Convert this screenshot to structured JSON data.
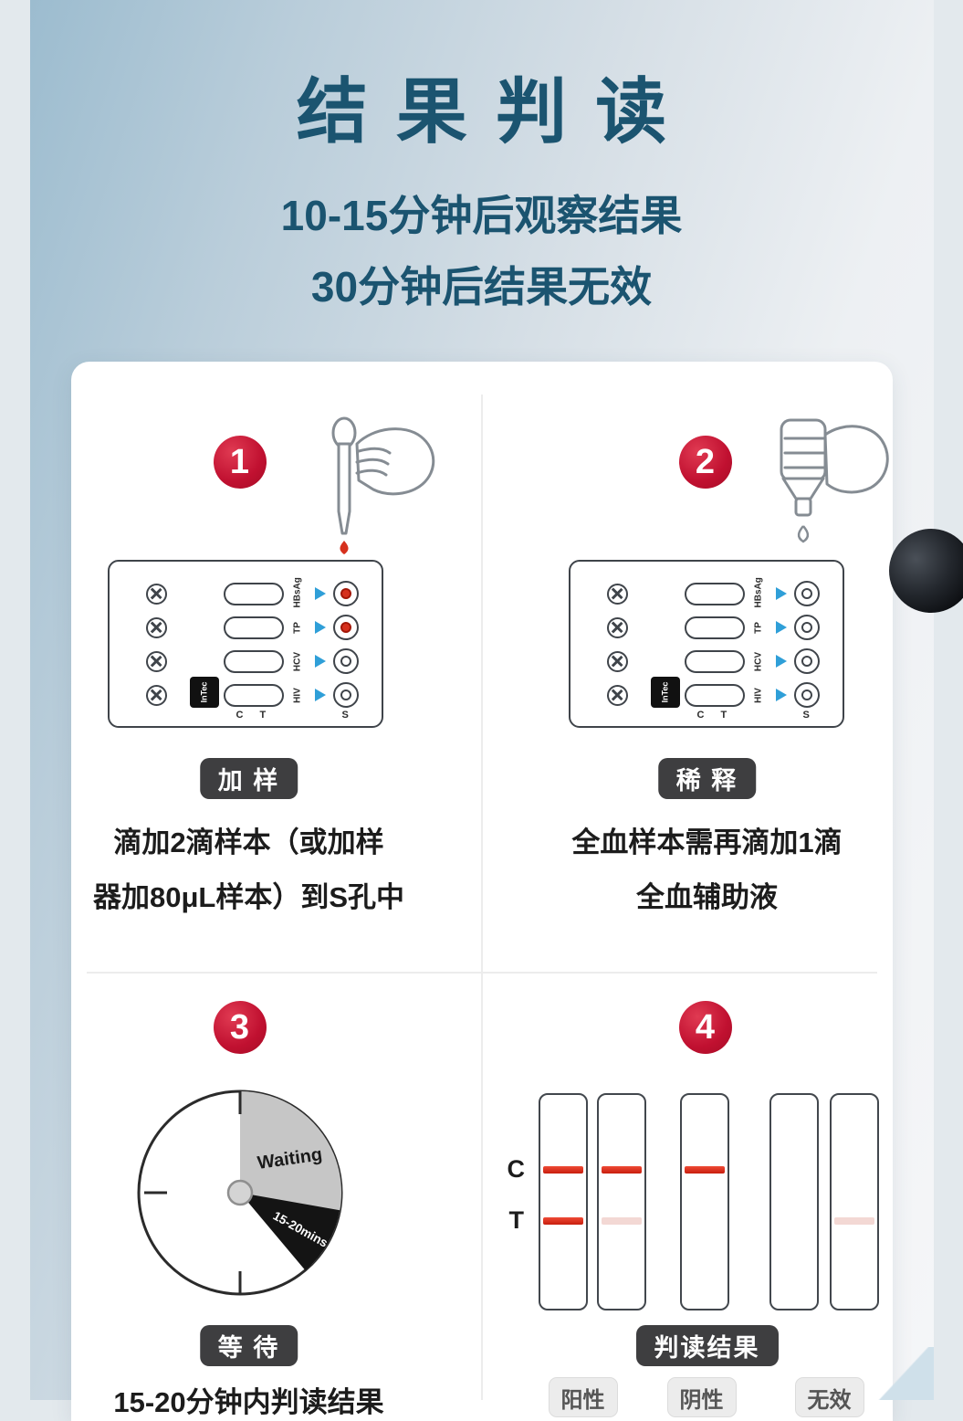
{
  "header": {
    "title": "结果判读",
    "subtitle1": "10-15分钟后观察结果",
    "subtitle2": "30分钟后结果无效"
  },
  "cassette": {
    "tests": [
      "HBsAg",
      "TP",
      "HCV",
      "HIV"
    ],
    "letters": {
      "c": "C",
      "t": "T",
      "s": "S"
    },
    "brand": "InTec"
  },
  "steps": {
    "step1": {
      "number": "1",
      "badge": "加 样",
      "desc1": "滴加2滴样本（或加样",
      "desc2": "器加80μL样本）到S孔中"
    },
    "step2": {
      "number": "2",
      "badge": "稀 释",
      "desc1": "全血样本需再滴加1滴",
      "desc2": "全血辅助液"
    },
    "step3": {
      "number": "3",
      "badge": "等 待",
      "clock": {
        "waiting_label": "Waiting",
        "duration_label": "15-20mins"
      },
      "footnote": "15-20分钟内判读结果"
    },
    "step4": {
      "number": "4",
      "badge": "判读结果",
      "line_labels": {
        "c": "C",
        "t": "T"
      },
      "strips": [
        {
          "c": "strong",
          "t": "strong"
        },
        {
          "c": "strong",
          "t": "faint"
        },
        {
          "c": "strong",
          "t": "none"
        },
        {
          "c": "none",
          "t": "none"
        },
        {
          "c": "none",
          "t": "faint"
        }
      ],
      "results": [
        "阳性",
        "阴性",
        "无效"
      ]
    }
  },
  "colors": {
    "title_blue": "#1b5470",
    "accent_red": "#c01030",
    "arrow_blue": "#2f9fd8",
    "line_red": "#e23322",
    "line_faint": "#f3d8d4",
    "badge_dark": "#3e3e40"
  }
}
